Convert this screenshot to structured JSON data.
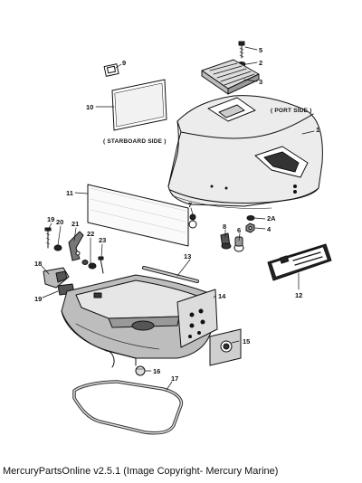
{
  "labels": {
    "port_side": "( PORT SIDE )",
    "starboard_side": "( STARBOARD SIDE )"
  },
  "callouts": [
    "1",
    "2",
    "2A",
    "3",
    "4",
    "5",
    "6",
    "7",
    "8",
    "9",
    "10",
    "11",
    "12",
    "13",
    "14",
    "15",
    "16",
    "17",
    "18",
    "19",
    "19",
    "20",
    "21",
    "22",
    "23"
  ],
  "footer": "MercuryPartsOnline v2.5.1 (Image Copyright- Mercury Marine)"
}
